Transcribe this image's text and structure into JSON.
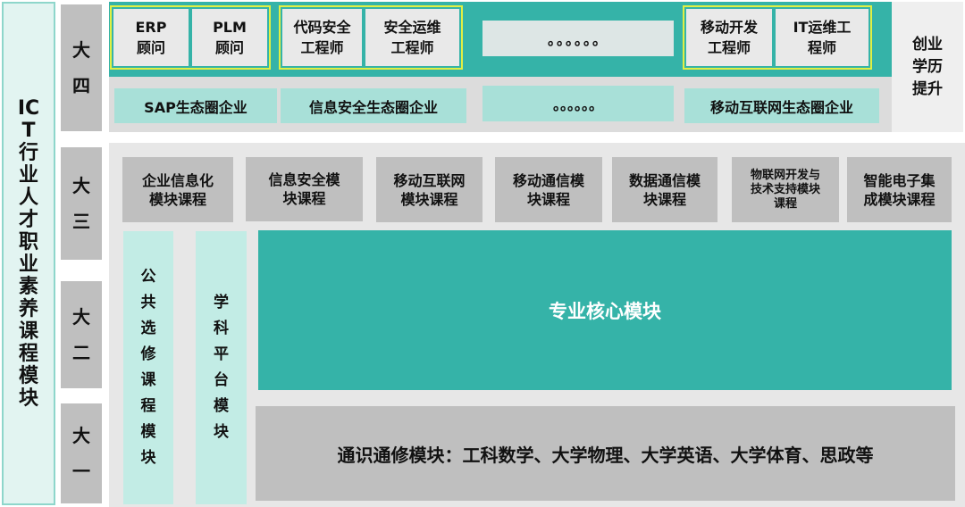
{
  "left_title": "ICT行业人才职业素养课程模块",
  "years": [
    {
      "label": "大四"
    },
    {
      "label": "大三"
    },
    {
      "label": "大二"
    },
    {
      "label": "大一"
    }
  ],
  "senior": {
    "role_groups": [
      {
        "roles": [
          "ERP\n顾问",
          "PLM\n顾问"
        ]
      },
      {
        "roles": [
          "代码安全\n工程师",
          "安全运维\n工程师"
        ]
      },
      {
        "roles": [
          "移动开发\n工程师",
          "IT运维工\n程师"
        ]
      }
    ],
    "role_dots": "。。。。。。",
    "ecosystems": [
      "SAP生态圈企业",
      "信息安全生态圈企业",
      "。。。。。。",
      "移动互联网生态圈企业"
    ],
    "side_note": "创业\n学历\n提升"
  },
  "modules": [
    "企业信息化\n模块课程",
    "信息安全模\n块课程",
    "移动互联网\n模块课程",
    "移动通信模\n块课程",
    "数据通信模\n块课程",
    "物联网开发与\n技术支持模块\n课程",
    "智能电子集\n成模块课程"
  ],
  "public_electives": "公共选修课程模块",
  "discipline_platform": "学科平台模块",
  "core_module": "专业核心模块",
  "general_module": "通识通修模块：工科数学、大学物理、大学英语、大学体育、思政等"
}
